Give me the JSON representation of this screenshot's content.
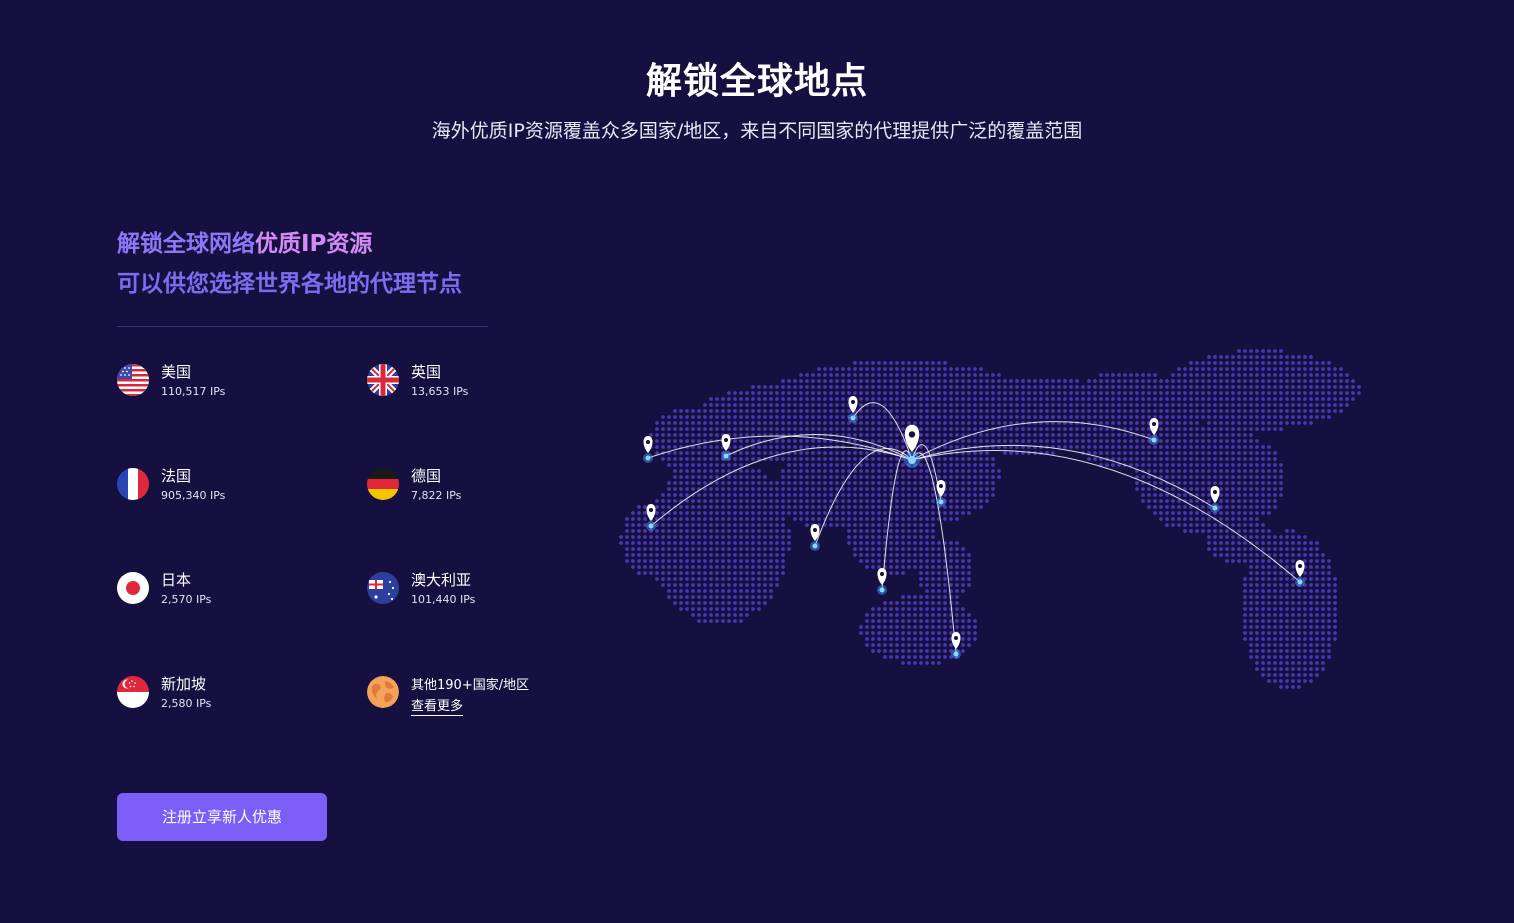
{
  "header": {
    "title": "解锁全球地点",
    "subtitle": "海外优质IP资源覆盖众多国家/地区，来自不同国家的代理提供广泛的覆盖范围"
  },
  "intro": {
    "line1_part1": "解锁全球网络",
    "line1_highlight": "优质IP资源",
    "line2": "可以供您选择世界各地的代理节点"
  },
  "countries": [
    {
      "name": "美国",
      "ips": "110,517 IPs",
      "icon": "us-flag-icon"
    },
    {
      "name": "英国",
      "ips": "13,653 IPs",
      "icon": "uk-flag-icon"
    },
    {
      "name": "法国",
      "ips": "905,340 IPs",
      "icon": "france-flag-icon"
    },
    {
      "name": "德国",
      "ips": "7,822 IPs",
      "icon": "germany-flag-icon"
    },
    {
      "name": "日本",
      "ips": "2,570 IPs",
      "icon": "japan-flag-icon"
    },
    {
      "name": "澳大利亚",
      "ips": "101,440 IPs",
      "icon": "australia-flag-icon"
    },
    {
      "name": "新加坡",
      "ips": "2,580 IPs",
      "icon": "singapore-flag-icon"
    }
  ],
  "more": {
    "label": "其他190+国家/地区",
    "link": "查看更多",
    "icon": "globe-icon"
  },
  "cta": {
    "label": "注册立享新人优惠"
  },
  "colors": {
    "background": "#161040",
    "accent": "#7a5ef5",
    "headline": "#8d77f6",
    "highlight": "#d38cf5",
    "map_dots": "#4a37b0",
    "node_glow": "#3fa3ff"
  }
}
